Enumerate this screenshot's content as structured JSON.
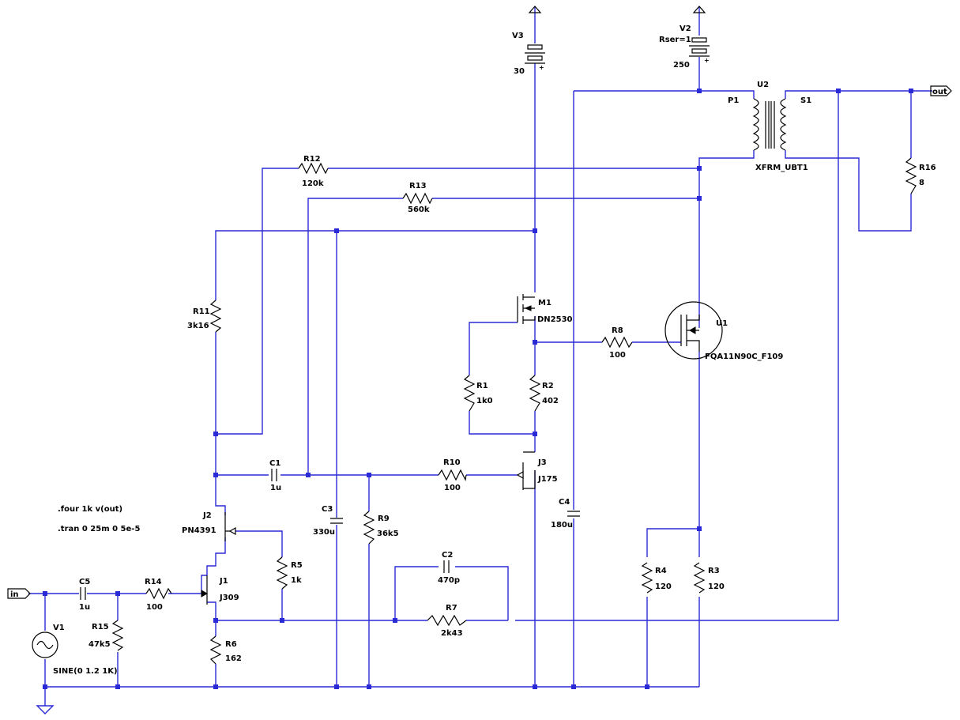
{
  "directives": [
    ".four 1k v(out)",
    ".tran 0 25m 0 5e-5"
  ],
  "ports": {
    "input": "in",
    "output": "out"
  },
  "components": {
    "V1": {
      "name": "V1",
      "value": "SINE(0 1.2 1K)"
    },
    "V2": {
      "name": "V2",
      "value": "250",
      "extra": "Rser=1"
    },
    "V3": {
      "name": "V3",
      "value": "30"
    },
    "U1": {
      "name": "U1",
      "value": "FQA11N90C_F109"
    },
    "U2": {
      "name": "U2",
      "value": "XFRM_UBT1",
      "primary": "P1",
      "secondary": "S1"
    },
    "M1": {
      "name": "M1",
      "value": "DN2530"
    },
    "J1": {
      "name": "J1",
      "value": "J309"
    },
    "J2": {
      "name": "J2",
      "value": "PN4391"
    },
    "J3": {
      "name": "J3",
      "value": "J175"
    },
    "R1": {
      "name": "R1",
      "value": "1k0"
    },
    "R2": {
      "name": "R2",
      "value": "402"
    },
    "R3": {
      "name": "R3",
      "value": "120"
    },
    "R4": {
      "name": "R4",
      "value": "120"
    },
    "R5": {
      "name": "R5",
      "value": "1k"
    },
    "R6": {
      "name": "R6",
      "value": "162"
    },
    "R7": {
      "name": "R7",
      "value": "2k43"
    },
    "R8": {
      "name": "R8",
      "value": "100"
    },
    "R9": {
      "name": "R9",
      "value": "36k5"
    },
    "R10": {
      "name": "R10",
      "value": "100"
    },
    "R11": {
      "name": "R11",
      "value": "3k16"
    },
    "R12": {
      "name": "R12",
      "value": "120k"
    },
    "R13": {
      "name": "R13",
      "value": "560k"
    },
    "R14": {
      "name": "R14",
      "value": "100"
    },
    "R15": {
      "name": "R15",
      "value": "47k5"
    },
    "R16": {
      "name": "R16",
      "value": "8"
    },
    "C1": {
      "name": "C1",
      "value": "1u"
    },
    "C2": {
      "name": "C2",
      "value": "470p"
    },
    "C3": {
      "name": "C3",
      "value": "330u"
    },
    "C4": {
      "name": "C4",
      "value": "180u"
    },
    "C5": {
      "name": "C5",
      "value": "1u"
    }
  },
  "colors": {
    "wire": "#2a2ad6",
    "component": "#000000",
    "background": "#ffffff"
  }
}
